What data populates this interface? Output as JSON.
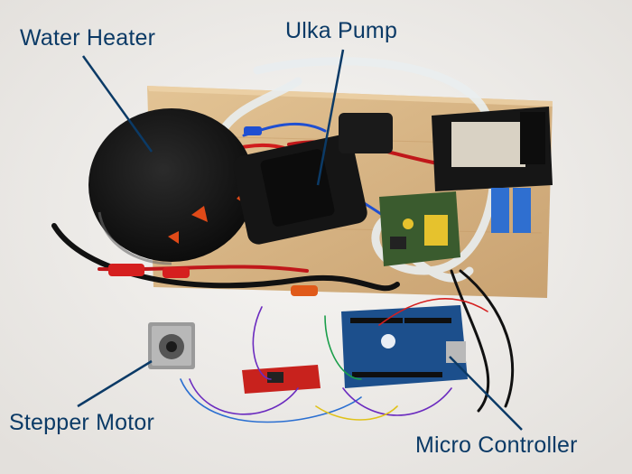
{
  "labels": {
    "water_heater": "Water Heater",
    "ulka_pump": "Ulka Pump",
    "stepper_motor": "Stepper Motor",
    "micro_controller": "Micro Controller"
  },
  "colors": {
    "label_text": "#0b3a66",
    "callout_line": "#0b3a66",
    "background": "#efedea",
    "wood_board": "#d8b98a",
    "heater_black": "#141414",
    "arduino_blue": "#1c4f8c",
    "relay_pcb": "#c8a24a"
  }
}
